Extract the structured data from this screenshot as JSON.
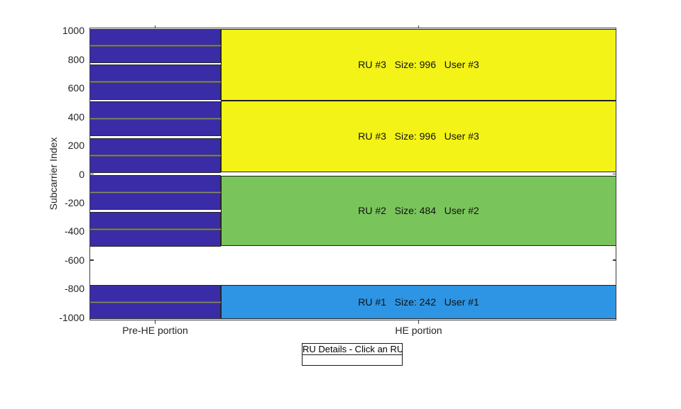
{
  "axes": {
    "ylabel": "Subcarrier Index",
    "xtick_labels": [
      "Pre-HE portion",
      "HE portion"
    ],
    "ytick_labels": [
      "1000",
      "800",
      "600",
      "400",
      "200",
      "0",
      "-200",
      "-400",
      "-600",
      "-800",
      "-1000"
    ]
  },
  "ru_details_panel": {
    "title": "RU Details - Click an RU",
    "value": ""
  },
  "chart_data": {
    "type": "heatmap",
    "subtype": "ofdma-resource-unit-allocation",
    "title": "",
    "xlabel": "",
    "ylabel": "Subcarrier Index",
    "x_categories": [
      "Pre-HE portion",
      "HE portion"
    ],
    "ylim": [
      -1020,
      1020
    ],
    "yticks": [
      1000,
      800,
      600,
      400,
      200,
      0,
      -200,
      -400,
      -600,
      -800,
      -1000
    ],
    "grid": false,
    "legend": false,
    "colors": {
      "prehe_fill": "#3A2CA6",
      "prehe_edge": "#26262b",
      "ru_edge": "#1E1E1E",
      "axis_line": "#3C3C3C",
      "tick_text": "#242424"
    },
    "he_rus": [
      {
        "name": "RU #3",
        "size": 996,
        "user": "User #3",
        "label": "RU #3   Size: 996   User #3",
        "subcarrier_range": [
          512,
          1012
        ],
        "color": "#F3F318"
      },
      {
        "name": "RU #3",
        "size": 996,
        "user": "User #3",
        "label": "RU #3   Size: 996   User #3",
        "subcarrier_range": [
          12,
          512
        ],
        "color": "#F3F318"
      },
      {
        "name": "RU #2",
        "size": 484,
        "user": "User #2",
        "label": "RU #2   Size: 484   User #2",
        "subcarrier_range": [
          -500,
          -10
        ],
        "color": "#7AC55B"
      },
      {
        "name": "RU #1",
        "size": 242,
        "user": "User #1",
        "label": "RU #1   Size: 242   User #1",
        "subcarrier_range": [
          -1012,
          -772
        ],
        "color": "#2D95E4"
      }
    ],
    "prehe_segments": [
      {
        "subcarrier_range": [
          774,
          1012
        ],
        "center": 896
      },
      {
        "subcarrier_range": [
          518,
          762
        ],
        "center": 640
      },
      {
        "subcarrier_range": [
          262,
          506
        ],
        "center": 384
      },
      {
        "subcarrier_range": [
          6,
          250
        ],
        "center": 128
      },
      {
        "subcarrier_range": [
          -250,
          -6
        ],
        "center": -128
      },
      {
        "subcarrier_range": [
          -506,
          -262
        ],
        "center": -384
      },
      {
        "subcarrier_range": [
          -1012,
          -774
        ],
        "center": -896
      }
    ]
  }
}
